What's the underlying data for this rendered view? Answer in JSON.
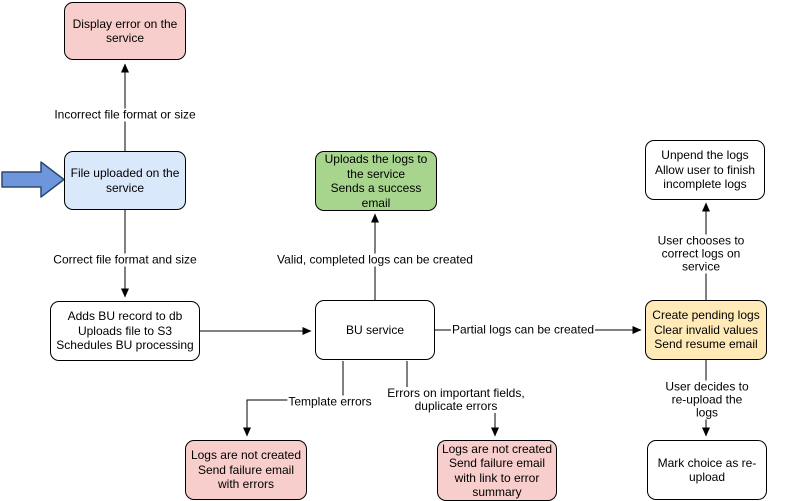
{
  "diagram": {
    "nodes": {
      "display_error": {
        "text": "Display error on the\nservice"
      },
      "file_uploaded": {
        "text": "File uploaded on the\nservice"
      },
      "adds_bu": {
        "text": "Adds BU record to db\nUploads file to S3\nSchedules BU processing"
      },
      "bu_service": {
        "text": "BU service"
      },
      "uploads_logs": {
        "text": "Uploads the logs to\nthe service\nSends a success\nemail"
      },
      "unpend_logs": {
        "text": "Unpend the logs\nAllow user to finish\nincomplete logs"
      },
      "create_pending": {
        "text": "Create pending logs\nClear invalid values\nSend resume email"
      },
      "mark_choice": {
        "text": "Mark choice as re-\nupload"
      },
      "logs_failure_errors": {
        "text": "Logs are not created\nSend failure email\nwith errors"
      },
      "logs_failure_summary": {
        "text": "Logs are not created\nSend failure email\nwith link to error\nsummary"
      }
    },
    "edge_labels": {
      "incorrect_file": "Incorrect file format or size",
      "correct_file": "Correct file format and size",
      "valid_logs": "Valid, completed logs can be created",
      "partial_logs": "Partial logs can be created",
      "user_chooses": "User chooses to correct logs on service",
      "user_decides": "User decides to re-upload the logs",
      "template_errors": "Template errors",
      "field_errors": "Errors on important fields,\nduplicate errors"
    },
    "colors": {
      "node_pink": "#f8cecc",
      "node_blue": "#dae8fc",
      "node_green": "#a8d58e",
      "node_yellow": "#ffeab8",
      "node_white": "#ffffff",
      "input_arrow_fill": "#6e96dc",
      "input_arrow_stroke": "#2c4a6e",
      "line": "#000000"
    }
  }
}
